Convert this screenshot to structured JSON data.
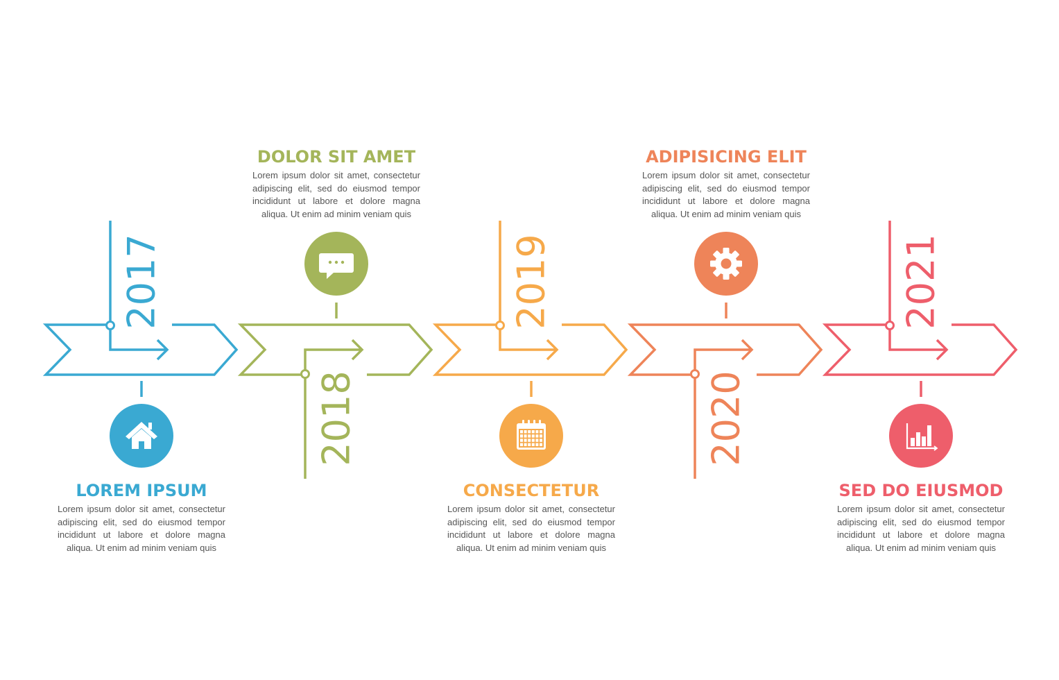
{
  "steps": [
    {
      "year": "2017",
      "title": "LOREM IPSUM",
      "text": "Lorem ipsum dolor sit amet, consectetur adipiscing elit, sed do eiusmod tempor incididunt ut labore et dolore magna aliqua. Ut enim ad minim veniam quis",
      "icon": "home-icon",
      "color": "#3aa9d2"
    },
    {
      "year": "2018",
      "title": "DOLOR SIT AMET",
      "text": "Lorem ipsum dolor sit amet, consectetur adipiscing elit, sed do eiusmod tempor incididunt ut labore et dolore magna aliqua. Ut enim ad minim veniam quis",
      "icon": "chat-icon",
      "color": "#a4b55a"
    },
    {
      "year": "2019",
      "title": "CONSECTETUR",
      "text": "Lorem ipsum dolor sit amet, consectetur adipiscing elit, sed do eiusmod tempor incididunt ut labore et dolore magna aliqua. Ut enim ad minim veniam quis",
      "icon": "calendar-icon",
      "color": "#f6a94a"
    },
    {
      "year": "2020",
      "title": "ADIPISICING ELIT",
      "text": "Lorem ipsum dolor sit amet, consectetur adipiscing elit, sed do eiusmod tempor incididunt ut labore et dolore magna aliqua. Ut enim ad minim veniam quis",
      "icon": "gear-icon",
      "color": "#ee8459"
    },
    {
      "year": "2021",
      "title": "SED DO EIUSMOD",
      "text": "Lorem ipsum dolor sit amet, consectetur adipiscing elit, sed do eiusmod tempor incididunt ut labore et dolore magna aliqua. Ut enim ad minim veniam quis",
      "icon": "bar-chart-icon",
      "color": "#ee5e6b"
    }
  ]
}
